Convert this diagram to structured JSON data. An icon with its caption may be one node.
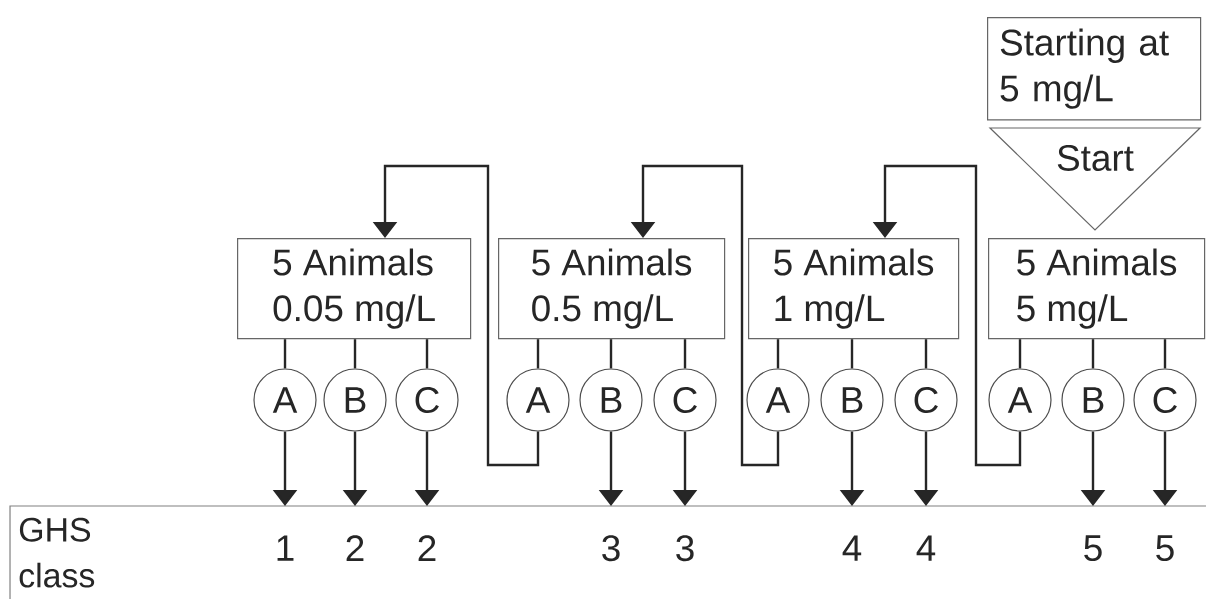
{
  "diagram": {
    "nodes": [
      {
        "text": [
          "Starting at 5 mg/L"
        ]
      },
      {
        "text": [
          "Start"
        ]
      },
      {
        "text": [
          "5 Animals",
          "0.05 mg/L"
        ]
      },
      {
        "text": [
          "5 Animals",
          "0.5 mg/L"
        ]
      },
      {
        "text": [
          "5 Animals",
          "1 mg/L"
        ]
      },
      {
        "text": [
          "5 Animals",
          "5 mg/L"
        ]
      },
      {
        "text": [
          "A"
        ]
      },
      {
        "text": [
          "B"
        ]
      },
      {
        "text": [
          "C"
        ]
      },
      {
        "text": [
          "A"
        ]
      },
      {
        "text": [
          "B"
        ]
      },
      {
        "text": [
          "C"
        ]
      },
      {
        "text": [
          "A"
        ]
      },
      {
        "text": [
          "B"
        ]
      },
      {
        "text": [
          "C"
        ]
      },
      {
        "text": [
          "A"
        ]
      },
      {
        "text": [
          "B"
        ]
      },
      {
        "text": [
          "C"
        ]
      },
      {
        "text": [
          "GHS class"
        ]
      },
      {
        "text": [
          "1"
        ],
        "in": 18
      },
      {
        "text": [
          "2"
        ],
        "in": 18
      },
      {
        "text": [
          "2"
        ],
        "in": 18
      },
      {
        "text": [
          "3"
        ],
        "in": 18
      },
      {
        "text": [
          "3"
        ],
        "in": 18
      },
      {
        "text": [
          "4"
        ],
        "in": 18
      },
      {
        "text": [
          "4"
        ],
        "in": 18
      },
      {
        "text": [
          "5"
        ],
        "in": 18
      },
      {
        "text": [
          "5"
        ],
        "in": 18
      }
    ],
    "edges": [
      {
        "from": 2,
        "to": 6,
        "arrow": "none"
      },
      {
        "from": 2,
        "to": 7,
        "arrow": "none"
      },
      {
        "from": 2,
        "to": 8,
        "arrow": "none"
      },
      {
        "from": 3,
        "to": 9,
        "arrow": "none"
      },
      {
        "from": 3,
        "to": 10,
        "arrow": "none"
      },
      {
        "from": 3,
        "to": 11,
        "arrow": "none"
      },
      {
        "from": 4,
        "to": 12,
        "arrow": "none"
      },
      {
        "from": 4,
        "to": 13,
        "arrow": "none"
      },
      {
        "from": 4,
        "to": 14,
        "arrow": "none"
      },
      {
        "from": 5,
        "to": 15,
        "arrow": "none"
      },
      {
        "from": 5,
        "to": 16,
        "arrow": "none"
      },
      {
        "from": 5,
        "to": 17,
        "arrow": "none"
      },
      {
        "from": 6,
        "to": 19,
        "arrow": "to"
      },
      {
        "from": 7,
        "to": 20,
        "arrow": "to"
      },
      {
        "from": 8,
        "to": 21,
        "arrow": "to"
      },
      {
        "from": 10,
        "to": 22,
        "arrow": "to"
      },
      {
        "from": 11,
        "to": 23,
        "arrow": "to"
      },
      {
        "from": 13,
        "to": 24,
        "arrow": "to"
      },
      {
        "from": 14,
        "to": 25,
        "arrow": "to"
      },
      {
        "from": 16,
        "to": 26,
        "arrow": "to"
      },
      {
        "from": 17,
        "to": 27,
        "arrow": "to"
      },
      {
        "from": 9,
        "to": 2,
        "arrow": "to"
      },
      {
        "from": 12,
        "to": 3,
        "arrow": "to"
      },
      {
        "from": 15,
        "to": 4,
        "arrow": "to"
      }
    ]
  }
}
